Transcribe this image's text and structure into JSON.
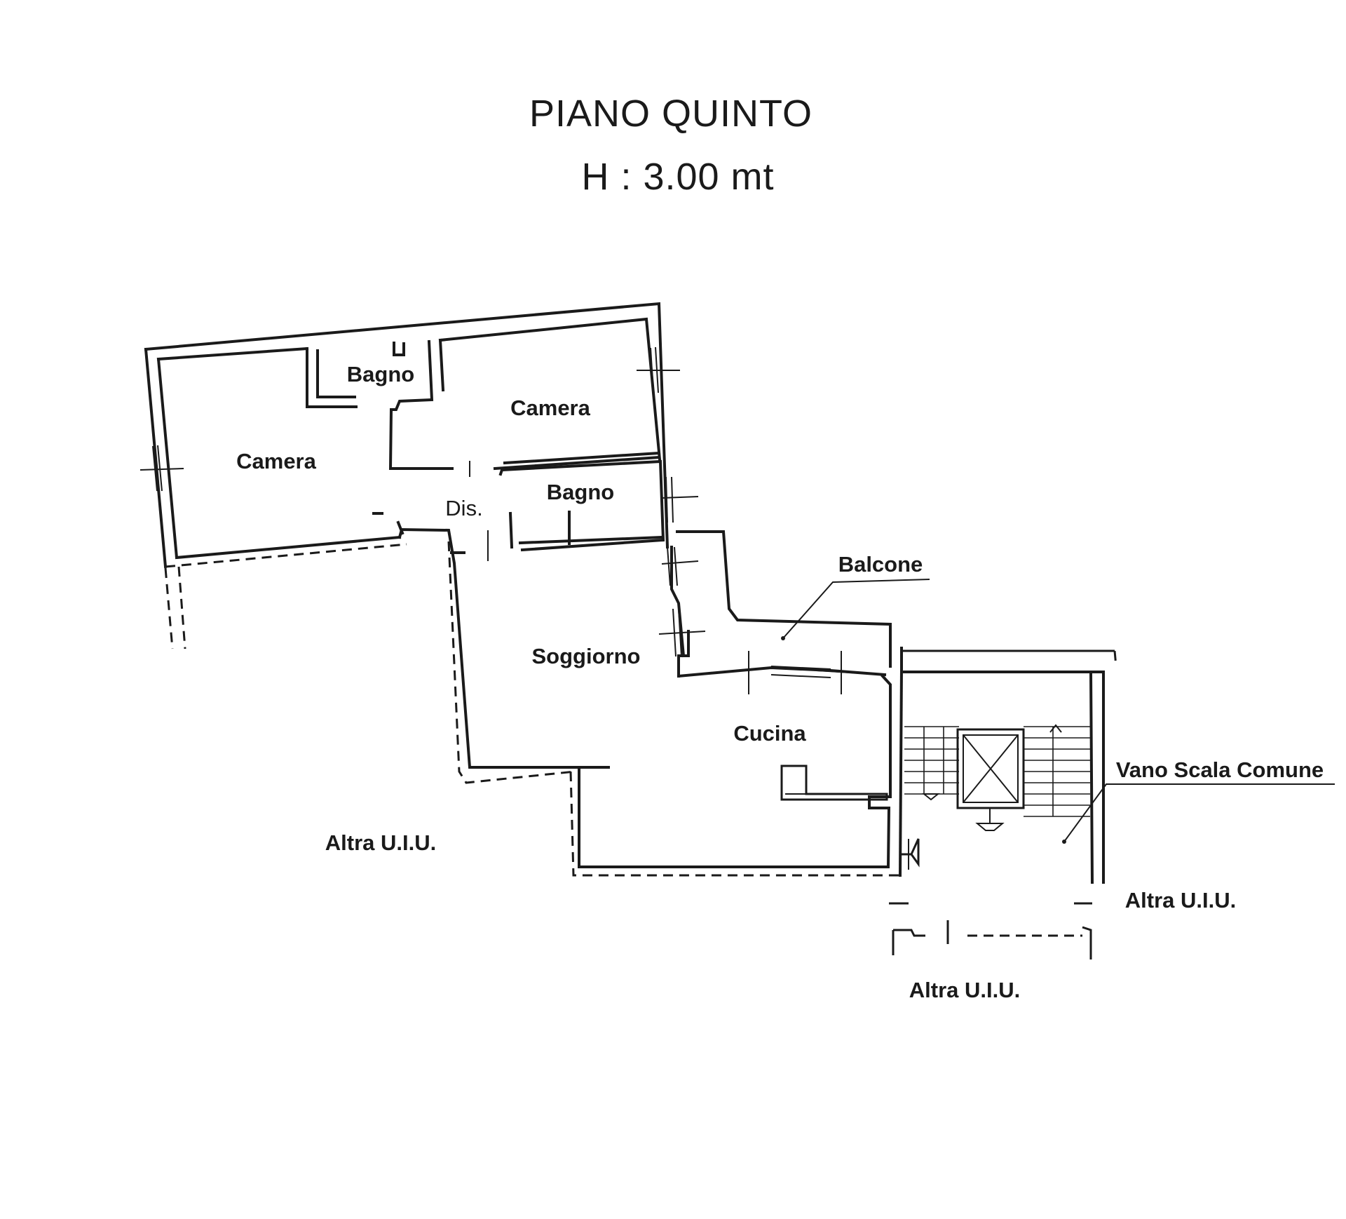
{
  "title": "PIANO QUINTO",
  "height_label": "H : 3.00 mt",
  "rooms": {
    "camera_left": "Camera",
    "bagno_top": "Bagno",
    "camera_right": "Camera",
    "dis": "Dis.",
    "bagno_mid": "Bagno",
    "balcone": "Balcone",
    "soggiorno": "Soggiorno",
    "cucina": "Cucina",
    "vano_scala": "Vano Scala Comune"
  },
  "neighbors": {
    "altra_left": "Altra U.I.U.",
    "altra_right": "Altra U.I.U.",
    "altra_bottom": "Altra U.I.U."
  }
}
